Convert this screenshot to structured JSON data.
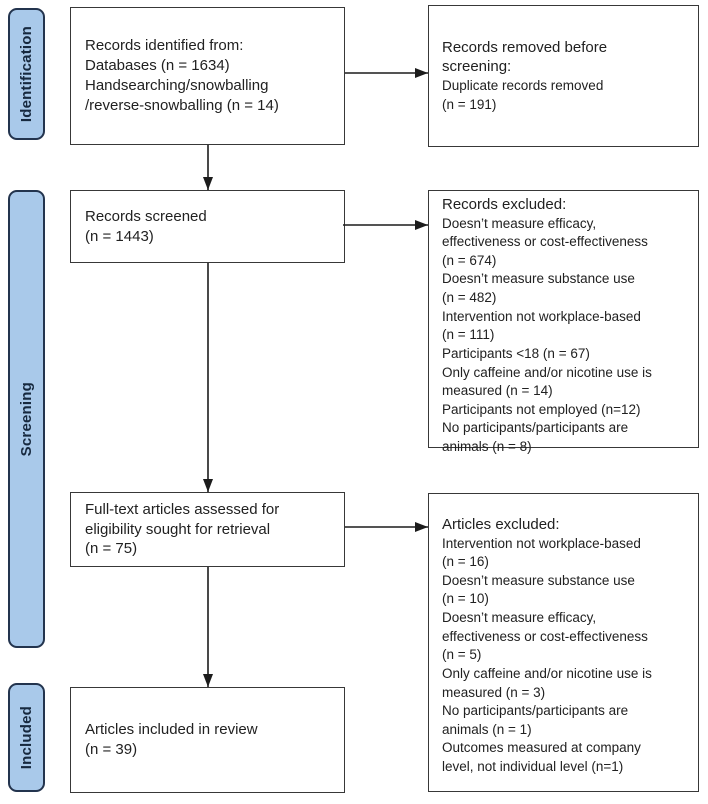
{
  "colors": {
    "background": "#ffffff",
    "sidebar_fill": "#a9c9ea",
    "sidebar_border": "#23344e",
    "sidebar_text": "#17293f",
    "box_border": "#383838",
    "arrow": "#1c1c1c",
    "text": "#212121"
  },
  "sidebar": {
    "identification": "Identification",
    "screening": "Screening",
    "included": "Included"
  },
  "boxes": {
    "records_identified": {
      "lines": [
        "Records identified from:",
        "Databases (n = 1634)",
        "Handsearching/snowballing",
        "/reverse-snowballing (n = 14)"
      ]
    },
    "records_removed": {
      "title_lines": [
        "Records removed before",
        "screening:"
      ],
      "body_lines": [
        "Duplicate records removed",
        "(n = 191)"
      ]
    },
    "records_screened": {
      "lines": [
        "Records screened",
        "(n = 1443)"
      ]
    },
    "records_excluded": {
      "title_lines": [
        "Records excluded:"
      ],
      "body_lines": [
        "Doesn’t measure efficacy,",
        "effectiveness or cost-effectiveness",
        "(n = 674)",
        "Doesn’t measure substance use",
        "(n = 482)",
        "Intervention not workplace-based",
        "(n = 111)",
        "Participants <18 (n = 67)",
        "Only caffeine and/or nicotine use is",
        "measured (n = 14)",
        "Participants not employed (n=12)",
        "No participants/participants are",
        "animals (n = 8)"
      ]
    },
    "fulltext_assessed": {
      "lines": [
        "Full-text articles assessed for",
        "eligibility sought for retrieval",
        "(n = 75)"
      ]
    },
    "articles_excluded": {
      "title_lines": [
        "Articles excluded:"
      ],
      "body_lines": [
        "Intervention not workplace-based",
        "(n = 16)",
        "Doesn’t measure substance use",
        "(n = 10)",
        "Doesn’t measure efficacy,",
        "effectiveness or cost-effectiveness",
        "(n = 5)",
        "Only caffeine and/or nicotine use is",
        "measured (n = 3)",
        "No participants/participants are",
        "animals (n = 1)",
        "Outcomes measured at company",
        "level, not individual level (n=1)"
      ]
    },
    "articles_included": {
      "lines": [
        "Articles included in review",
        "(n = 39)"
      ]
    }
  }
}
